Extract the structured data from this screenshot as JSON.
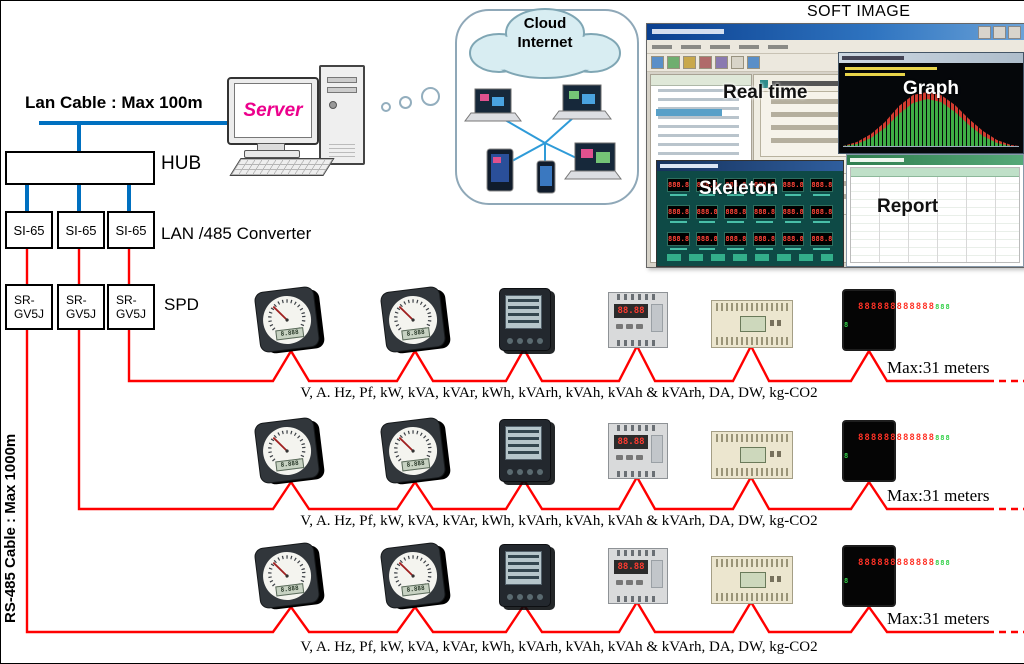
{
  "labels": {
    "lan_cable": "Lan Cable : Max 100m",
    "hub": "HUB",
    "converter": "LAN  /485 Converter",
    "spd": "SPD",
    "rs485": "RS-485 Cable : Max 1000m"
  },
  "server": {
    "name": "Server"
  },
  "cloud": {
    "title": "Cloud\nInternet"
  },
  "converters": [
    "SI-65",
    "SI-65",
    "SI-65"
  ],
  "spd_units": [
    "SR-\nGV5J",
    "SR-\nGV5J",
    "SR-\nGV5J"
  ],
  "soft_image": {
    "caption": "SOFT IMAGE",
    "realtime_label": "Real time",
    "graph_label": "Graph",
    "skeleton_label": "Skeleton",
    "report_label": "Report"
  },
  "meter_rows": [
    {
      "max_label": "Max:31 meters",
      "measurements": "V, A. Hz, Pf, kW, kVA, kVAr, kWh, kVArh, kVAh, kVAh & kVArh, DA, DW, kg-CO2"
    },
    {
      "max_label": "Max:31 meters",
      "measurements": "V, A. Hz, Pf, kW, kVA, kVAr, kWh, kVArh, kVAh, kVAh & kVArh, DA, DW, kg-CO2"
    },
    {
      "max_label": "Max:31 meters",
      "measurements": "V, A. Hz, Pf, kW, kVA, kVAr, kWh, kVArh, kVAh, kVAh & kVArh, DA, DW, kg-CO2"
    }
  ],
  "colors": {
    "lan_line": "#0070c0",
    "rs485_line": "#ff0000",
    "server_text": "#ec008c"
  },
  "device_types": [
    "analog-multifunction-meter",
    "analog-multifunction-meter",
    "lcd-power-meter",
    "din-rail-meter-led",
    "din-rail-meter-lcd",
    "led-panel-meter"
  ]
}
